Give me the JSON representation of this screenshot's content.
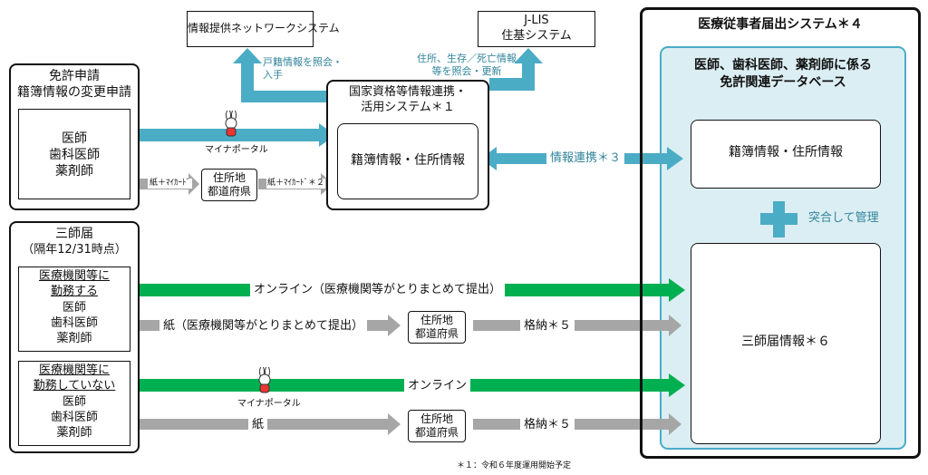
{
  "colors": {
    "blue": "#4bacc6",
    "green": "#00b050",
    "gray": "#a6a6a6",
    "panel_bg": "#dbeef3"
  },
  "top_systems": {
    "network_system": "情報提供ネットワークシステム",
    "jlis_line1": "J-LIS",
    "jlis_line2": "住基システム",
    "koseki_label_1": "戸籍情報を照会・",
    "koseki_label_2": "入手",
    "juusho_label_1": "住所、生存／死亡情報",
    "juusho_label_2": "等を照会・更新"
  },
  "license": {
    "title_1": "免許申請",
    "title_2": "籍簿情報の変更申請",
    "professions": [
      "医師",
      "歯科医師",
      "薬剤師"
    ],
    "mynaportal": "マイナポータル",
    "paper_mycard": "紙＋ﾏｲｶｰﾄﾞ",
    "paper_mycard_note": "紙＋ﾏｲｶｰﾄﾞ＊２",
    "prefecture_1": "住所地",
    "prefecture_2": "都道府県"
  },
  "central": {
    "title_1": "国家資格等情報連携・",
    "title_2": "活用システム＊１",
    "inner": "籍簿情報・住所情報",
    "link_label": "情報連携＊３"
  },
  "right_system": {
    "title": "医療従事者届出システム＊４",
    "db_title_1": "医師、歯科医師、薬剤師に係る",
    "db_title_2": "免許関連データベース",
    "db_box": "籍簿情報・住所情報",
    "merge_label": "突合して管理",
    "report_box": "三師届情報＊６"
  },
  "reports": {
    "title_1": "三師届",
    "title_2": "（隔年12/31時点）",
    "working": {
      "heading_1": "医療機関等に",
      "heading_2": "勤務する",
      "professions": [
        "医師",
        "歯科医師",
        "薬剤師"
      ],
      "online_label": "オンライン（医療機関等がとりまとめて提出）",
      "paper_label": "紙（医療機関等がとりまとめて提出）",
      "prefecture_1": "住所地",
      "prefecture_2": "都道府県",
      "store_label": "格納＊５"
    },
    "not_working": {
      "heading_1": "医療機関等に",
      "heading_2": "勤務していない",
      "professions": [
        "医師",
        "歯科医師",
        "薬剤師"
      ],
      "mynaportal": "マイナポータル",
      "online_label": "オンライン",
      "paper_label": "紙",
      "prefecture_1": "住所地",
      "prefecture_2": "都道府県",
      "store_label": "格納＊５"
    }
  },
  "footnote": "＊１：令和６年度運用開始予定"
}
